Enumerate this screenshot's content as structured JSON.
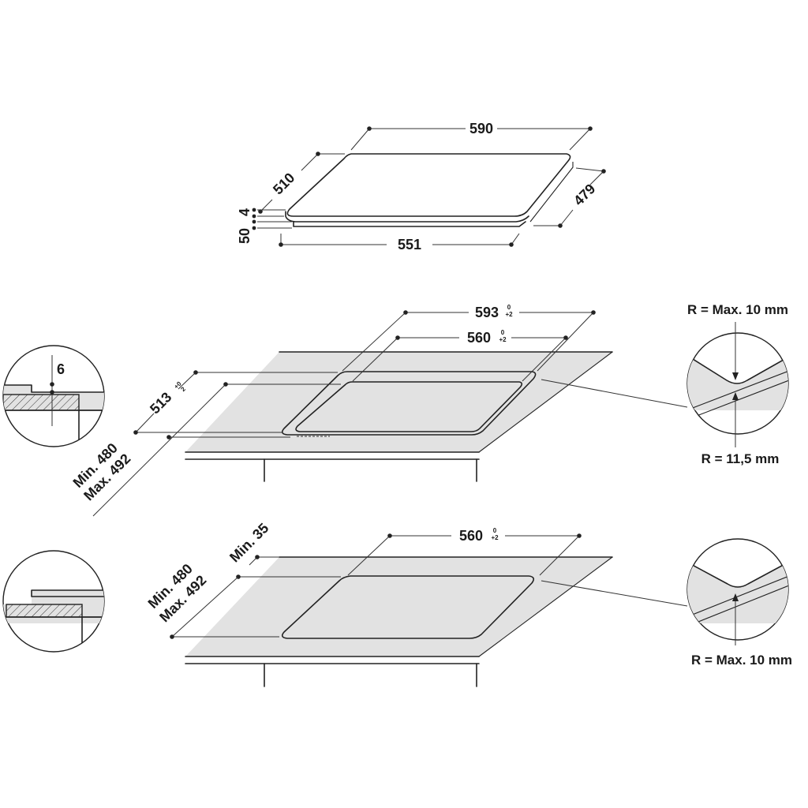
{
  "hob": {
    "width": "590",
    "depth": "510",
    "glass_thickness": "4",
    "height": "50",
    "bottom_width": "551",
    "bottom_depth": "479"
  },
  "flush_install": {
    "outer_width": "593",
    "outer_width_tol_top": "0",
    "outer_width_tol_bottom": "+2",
    "inner_width": "560",
    "inner_width_tol_top": "0",
    "inner_width_tol_bottom": "+2",
    "outer_depth": "513",
    "outer_depth_tol_top": "+0",
    "outer_depth_tol_bottom": "2",
    "depth_min": "Min. 480",
    "depth_max": "Max. 492",
    "step_depth": "6",
    "corner_radius_outer": "R = Max. 10 mm",
    "corner_radius_inner": "R = 11,5 mm"
  },
  "standard_install": {
    "inner_width": "560",
    "inner_width_tol_top": "0",
    "inner_width_tol_bottom": "+2",
    "depth_min": "Min. 480",
    "depth_max": "Max. 492",
    "front_distance": "Min. 35",
    "corner_radius": "R = Max. 10 mm"
  }
}
